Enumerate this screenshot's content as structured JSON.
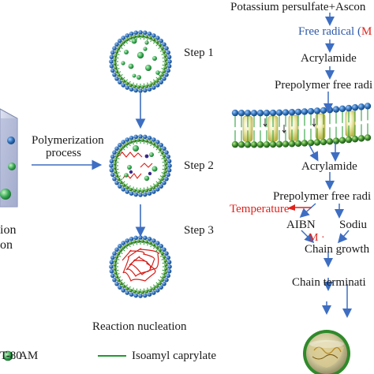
{
  "left_panel": {
    "label_partial_1": "ion",
    "label_partial_2": "on",
    "process_line1": "Polymerization",
    "process_line2": "process"
  },
  "steps": [
    {
      "label": "Step 1"
    },
    {
      "label": "Step 2"
    },
    {
      "label": "Step 3"
    }
  ],
  "nucleation_caption": "Reaction nucleation",
  "legend": {
    "item1_partial": "T-80",
    "item2": "AM",
    "item3": "Isoamyl caprylate"
  },
  "flow": {
    "top": "Potassium persulfate+Ascon",
    "free_radical_prefix": "Free radical (",
    "free_radical_suffix": "M",
    "acrylamide_1": "Acrylamide",
    "prepolymer_1": "Prepolymer free radi",
    "acrylamide_2": "Acrylamide",
    "prepolymer_2": "Prepolymer free radi",
    "temperature": "Temperature",
    "aibn": "AIBN",
    "sodium": "Sodiu",
    "m_dot": "M ·",
    "chain_growth": "Chain growth",
    "chain_termination": "Chain terminati"
  },
  "colors": {
    "head_blue": "#2f6fb5",
    "tail_green": "#3c8a2e",
    "am_green": "#36a852",
    "arrow_blue": "#3d6ec2",
    "polymer_red": "#d6201a",
    "membrane_yellow": "#e6e07a",
    "emphasis_red": "#e0221c"
  }
}
